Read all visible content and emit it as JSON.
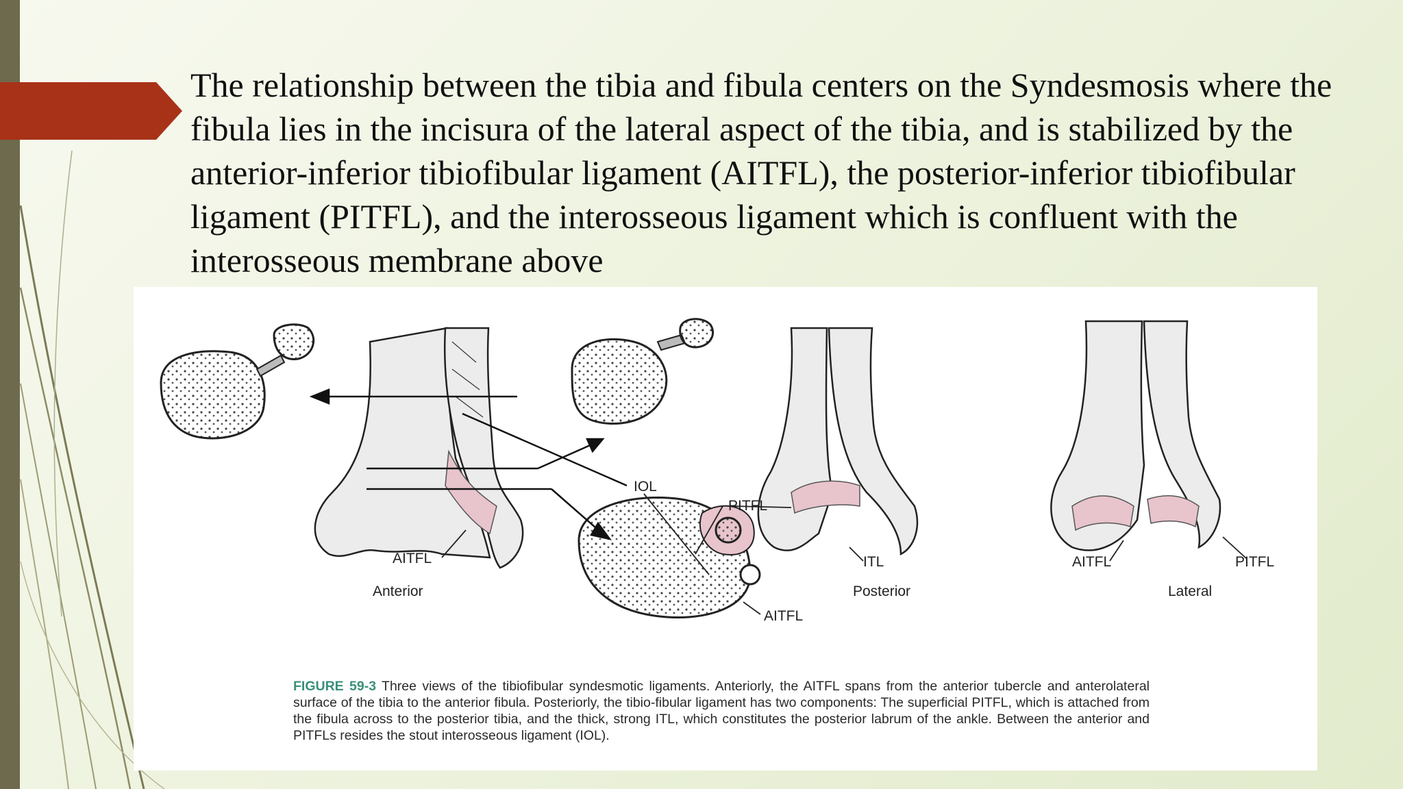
{
  "slide": {
    "body_text": "The relationship between the tibia and fibula centers on the Syndesmosis where the fibula lies in the incisura of the lateral aspect of the tibia, and is stabilized by the anterior-inferior tibiofibular ligament (AITFL), the posterior-inferior tibiofibular ligament (PITFL), and the interosseous ligament which is confluent with the interosseous membrane above"
  },
  "figure": {
    "labels": {
      "iol": "IOL",
      "pitfl_center": "PITFL",
      "aitfl_anterior": "AITFL",
      "aitfl_axial": "AITFL",
      "itl": "ITL",
      "aitfl_lateral": "AITFL",
      "pitfl_lateral": "PITFL"
    },
    "views": {
      "anterior": "Anterior",
      "posterior": "Posterior",
      "lateral": "Lateral"
    },
    "caption": {
      "number": "FIGURE 59-3",
      "text": "Three views of the tibiofibular syndesmotic ligaments. Anteriorly, the AITFL spans from the anterior tubercle and anterolateral surface of the tibia to the anterior fibula. Posteriorly, the tibio-fibular ligament has two components: The superficial PITFL, which is attached from the fibula across to the posterior tibia, and the thick, strong ITL, which constitutes the posterior labrum of the ankle. Between the anterior and PITFLs resides the stout interosseous ligament (IOL)."
    }
  },
  "colors": {
    "accent": "#a83218",
    "sidebar": "#6e6a4d",
    "caption_number": "#3a8f7a",
    "ligament_fill": "#e8c4cc"
  }
}
